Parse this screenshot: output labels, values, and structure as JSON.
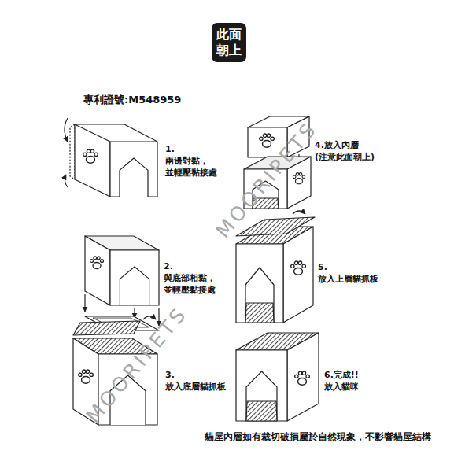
{
  "diagram": {
    "nodes": [
      {
        "text": [
          "此面 朝上"
        ]
      }
    ],
    "labels": [
      "專利證號:M548959",
      "1.兩邊對黏， 並輕壓黏接處",
      "4.放入內層 (注意此面朝上)",
      "2.與底部相黏， 並輕壓黏接處",
      "5.放入上層貓抓板",
      "3.放入底層貓抓板",
      "6.完成!!放入貓咪",
      "貓屋內層如有裁切破損屬於自然現象，不影響貓屋結構",
      "MOORIPETS",
      "MOORIPETS"
    ]
  }
}
